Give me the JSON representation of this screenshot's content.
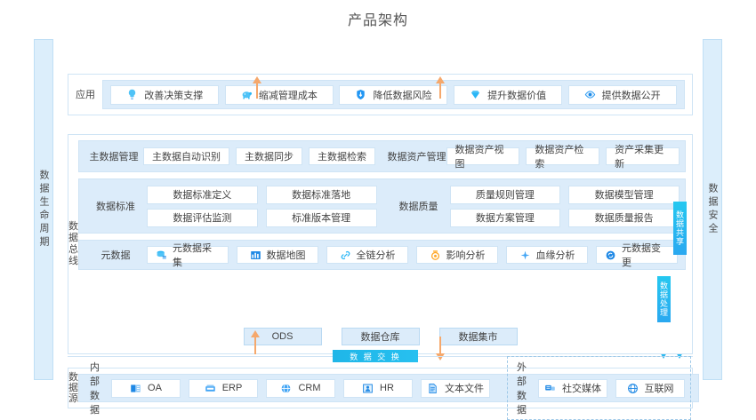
{
  "title": "产品架构",
  "sides": {
    "left_label": "数据生命周期",
    "right_label": "数据安全"
  },
  "application": {
    "label": "应用",
    "items": [
      {
        "text": "改善决策支撑",
        "icon": "lightbulb-icon"
      },
      {
        "text": "缩减管理成本",
        "icon": "piggybank-icon"
      },
      {
        "text": "降低数据风险",
        "icon": "shield-icon"
      },
      {
        "text": "提升数据价值",
        "icon": "diamond-icon"
      },
      {
        "text": "提供数据公开",
        "icon": "eye-icon"
      }
    ]
  },
  "bus": {
    "label": "数据总线",
    "master": {
      "title": "主数据管理",
      "items": [
        "主数据自动识别",
        "主数据同步",
        "主数据检索"
      ]
    },
    "asset": {
      "title": "数据资产管理",
      "items": [
        "数据资产视图",
        "数据资产检索",
        "资产采集更新"
      ]
    },
    "standard": {
      "title": "数据标准",
      "items": [
        "数据标准定义",
        "数据标准落地",
        "数据评估监测",
        "标准版本管理"
      ]
    },
    "quality": {
      "title": "数据质量",
      "items": [
        "质量规则管理",
        "数据模型管理",
        "数据方案管理",
        "数据质量报告"
      ]
    },
    "metadata": {
      "title": "元数据",
      "items": [
        {
          "text": "元数据采集",
          "icon": "database-icon"
        },
        {
          "text": "数据地图",
          "icon": "map-icon"
        },
        {
          "text": "全链分析",
          "icon": "link-icon"
        },
        {
          "text": "影响分析",
          "icon": "target-icon"
        },
        {
          "text": "血缘分析",
          "icon": "branch-icon"
        },
        {
          "text": "元数据变更",
          "icon": "refresh-icon"
        }
      ]
    }
  },
  "storage": {
    "items": [
      "ODS",
      "数据仓库",
      "数据集市"
    ]
  },
  "exchange": {
    "label": "数 据 交 换"
  },
  "source": {
    "label": "数据源",
    "internal": {
      "title": "内部数据",
      "items": [
        {
          "text": "OA",
          "icon": "oa-icon"
        },
        {
          "text": "ERP",
          "icon": "erp-icon"
        },
        {
          "text": "CRM",
          "icon": "crm-icon"
        },
        {
          "text": "HR",
          "icon": "hr-icon"
        },
        {
          "text": "文本文件",
          "icon": "document-icon"
        }
      ]
    },
    "external": {
      "title": "外部数据",
      "items": [
        {
          "text": "社交媒体",
          "icon": "social-icon"
        },
        {
          "text": "互联网",
          "icon": "globe-icon"
        }
      ]
    }
  },
  "vertical_tabs": [
    {
      "label": "数据共享"
    },
    {
      "label": "数据处理"
    }
  ],
  "colors": {
    "panel_bg": "#dcecfa",
    "border": "#cfe4f5",
    "band_bg": "#dceefb",
    "cyan": "#25c8f0",
    "blue": "#2aa8f0",
    "arrow": "#f5a86c"
  }
}
